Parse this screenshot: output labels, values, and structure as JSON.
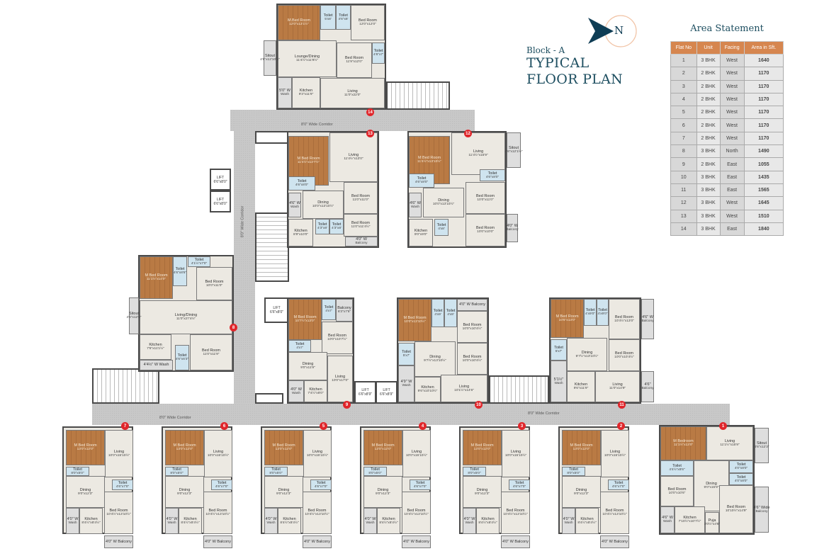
{
  "header": {
    "block": "Block - A",
    "title_line1": "TYPICAL",
    "title_line2": "FLOOR PLAN",
    "compass": "N"
  },
  "colors": {
    "title": "#1d4e60",
    "table_header": "#d6864f",
    "marker": "#e0262b",
    "wood": "#b97a44"
  },
  "area_statement": {
    "title": "Area Statement",
    "columns": [
      "Flat No",
      "Unit",
      "Facing",
      "Area in Sft."
    ],
    "rows": [
      [
        "1",
        "3 BHK",
        "West",
        "1640"
      ],
      [
        "2",
        "2 BHK",
        "West",
        "1170"
      ],
      [
        "3",
        "2 BHK",
        "West",
        "1170"
      ],
      [
        "4",
        "2 BHK",
        "West",
        "1170"
      ],
      [
        "5",
        "2 BHK",
        "West",
        "1170"
      ],
      [
        "6",
        "2 BHK",
        "West",
        "1170"
      ],
      [
        "7",
        "2 BHK",
        "West",
        "1170"
      ],
      [
        "8",
        "3 BHK",
        "North",
        "1490"
      ],
      [
        "9",
        "2 BHK",
        "East",
        "1055"
      ],
      [
        "10",
        "3 BHK",
        "East",
        "1435"
      ],
      [
        "11",
        "3 BHK",
        "East",
        "1565"
      ],
      [
        "12",
        "3 BHK",
        "West",
        "1645"
      ],
      [
        "13",
        "3 BHK",
        "West",
        "1510"
      ],
      [
        "14",
        "3 BHK",
        "East",
        "1840"
      ]
    ]
  },
  "corridors": {
    "top": "8'0\" Wide Corridor",
    "vertical": "8'0\" Wide Corridor",
    "bottom_left": "8'0\" Wide Corridor",
    "bottom_right": "8'0\" Wide Corridor"
  },
  "lifts": [
    {
      "label": "LIFT",
      "dim": "6'6\"x8'0\""
    },
    {
      "label": "LIFT",
      "dim": "6'6\"x8'0\""
    },
    {
      "label": "LIFT",
      "dim": "6'6\"x8'0\""
    },
    {
      "label": "LIFT",
      "dim": "6'6\"x8'9\""
    },
    {
      "label": "LIFT",
      "dim": "6'6\"x8'9\""
    }
  ],
  "typical_2bhk": {
    "rooms": [
      {
        "label": "M Bed Room",
        "dim": "13'0\"x12'0\""
      },
      {
        "label": "Living",
        "dim": "10'0\"x15'10½\""
      },
      {
        "label": "Toilet",
        "dim": "8'0\"x5'0\""
      },
      {
        "label": "Dining",
        "dim": "9'0\"x12'3\""
      },
      {
        "label": "Toilet",
        "dim": "4'6\"x7'0\""
      },
      {
        "label": "Bed Room",
        "dim": "10'4½\"x13'10½\""
      },
      {
        "label": "Kitchen",
        "dim": "8'4½\"x8'4½\""
      },
      {
        "label": "4'0\" W",
        "dim": "Wash"
      },
      {
        "label": "4'0\" W Balcony",
        "dim": ""
      }
    ]
  },
  "flats": {
    "1": {
      "rooms": [
        {
          "label": "M Bedroom",
          "dim": "11'1½\"x13'0\""
        },
        {
          "label": "Living",
          "dim": "11'1½\"x15'9\""
        },
        {
          "label": "Sitout",
          "dim": "4'6\"x12'3\""
        },
        {
          "label": "Toilet",
          "dim": "4'4½\"x8'6\""
        },
        {
          "label": "Dining",
          "dim": "9'0\"x15'9\""
        },
        {
          "label": "Toilet",
          "dim": "4'0\"x8'0\""
        },
        {
          "label": "Toilet",
          "dim": "4'0\"x8'0\""
        },
        {
          "label": "Bed Room",
          "dim": "10'0\"x10'6\""
        },
        {
          "label": "Bed Room",
          "dim": "10'10½\"x14'9\""
        },
        {
          "label": "4'6\" Wide",
          "dim": "Balcony"
        },
        {
          "label": "4'6\" W",
          "dim": "Wash"
        },
        {
          "label": "Kitchen",
          "dim": "7'10½\"x10'7½\""
        },
        {
          "label": "Puja",
          "dim": "3'0½\"x4'6\""
        }
      ]
    },
    "8": {
      "rooms": [
        {
          "label": "M Bed Room",
          "dim": "11'1½\"x14'0\""
        },
        {
          "label": "Toilet",
          "dim": "4'6\"x8'6\""
        },
        {
          "label": "Toilet",
          "dim": "4'1½\"x7'0\""
        },
        {
          "label": "Bed Room",
          "dim": "10'0\"x11'0\""
        },
        {
          "label": "Living/Dining",
          "dim": "11'0\"x27'4½\""
        },
        {
          "label": "Kitchen",
          "dim": "7'6\"x11'1½\""
        },
        {
          "label": "Toilet",
          "dim": "4'6\"x6'3\""
        },
        {
          "label": "Bed Room",
          "dim": "11'0\"x11'9\""
        },
        {
          "label": "4'4½\" W Wash",
          "dim": ""
        },
        {
          "label": "Sitout",
          "dim": "4'6\"x12'6\""
        }
      ]
    },
    "9": {
      "rooms": [
        {
          "label": "M Bed Room",
          "dim": "10'7½\"x13'0\""
        },
        {
          "label": "Toilet",
          "dim": "4'x7'"
        },
        {
          "label": "Balcony",
          "dim": "6'3\"x7'6\""
        },
        {
          "label": "Bed Room",
          "dim": "10'0\"x10'7½\""
        },
        {
          "label": "Toilet",
          "dim": "4'x7'"
        },
        {
          "label": "Dining",
          "dim": "9'0\"x11'9\""
        },
        {
          "label": "Living",
          "dim": "10'0\"x17'0\""
        },
        {
          "label": "Kitchen",
          "dim": "7'4½\"x8'0\""
        },
        {
          "label": "4'0\" W",
          "dim": "Wash"
        }
      ]
    },
    "10": {
      "rooms": [
        {
          "label": "M Bed Room",
          "dim": "10'0\"x13'10½\""
        },
        {
          "label": "Toilet",
          "dim": "4'x9'"
        },
        {
          "label": "Toilet",
          "dim": "4'x9'"
        },
        {
          "label": "4'0\" W Balcony",
          "dim": ""
        },
        {
          "label": "Bed Room",
          "dim": "10'0\"x10'4½\""
        },
        {
          "label": "Toilet",
          "dim": "5'x7'"
        },
        {
          "label": "Dining",
          "dim": "9'7½\"x13'10½\""
        },
        {
          "label": "Bed Room",
          "dim": "10'0\"x10'4½\""
        },
        {
          "label": "4'9\" W",
          "dim": "Wash"
        },
        {
          "label": "Kitchen",
          "dim": "9'6\"x10'10½\""
        },
        {
          "label": "Living",
          "dim": "10'1½\"x14'6\""
        }
      ]
    },
    "11": {
      "rooms": [
        {
          "label": "M Bed Room",
          "dim": "10'6\"x13'0\""
        },
        {
          "label": "Toilet",
          "dim": "4'x9'0\""
        },
        {
          "label": "Toilet",
          "dim": "4'x9'0\""
        },
        {
          "label": "Bed Room",
          "dim": "10'4½\"x13'0\""
        },
        {
          "label": "4'6\" W",
          "dim": "Balcony"
        },
        {
          "label": "Toilet",
          "dim": "5'x7'"
        },
        {
          "label": "Dining",
          "dim": "9'7½\"x13'10½\""
        },
        {
          "label": "Bed Room",
          "dim": "10'0\"x10'4½\""
        },
        {
          "label": "5'1½\"",
          "dim": "Wash"
        },
        {
          "label": "Kitchen",
          "dim": "9'6\"x11'9\""
        },
        {
          "label": "Living",
          "dim": "11'0\"x14'9\""
        },
        {
          "label": "4'6\"",
          "dim": "Balcony"
        }
      ]
    },
    "12": {
      "rooms": [
        {
          "label": "M Bed Room",
          "dim": "11'4½\"x13'10½\""
        },
        {
          "label": "Living",
          "dim": "11'4½\"x15'9\""
        },
        {
          "label": "Sitout",
          "dim": "4'6\"x12'1½\""
        },
        {
          "label": "Toilet",
          "dim": "4'6\"x8'0\""
        },
        {
          "label": "Toilet",
          "dim": "4'6\"x8'0\""
        },
        {
          "label": "Dining",
          "dim": "10'0\"x13'10½\""
        },
        {
          "label": "Bed Room",
          "dim": "10'0\"x11'0\""
        },
        {
          "label": "Kitchen",
          "dim": "9'0\"x9'0\""
        },
        {
          "label": "Toilet",
          "dim": "4'x8'"
        },
        {
          "label": "Bed Room",
          "dim": "10'0\"x10'0\""
        },
        {
          "label": "4'6\" W",
          "dim": "Wash"
        },
        {
          "label": "4'0\" W",
          "dim": "Balcony"
        }
      ]
    },
    "13": {
      "rooms": [
        {
          "label": "M Bed Room",
          "dim": "11'4½\"x13'7½\""
        },
        {
          "label": "Living",
          "dim": "11'4½\"x13'0\""
        },
        {
          "label": "Toilet",
          "dim": "4'6\"x8'0\""
        },
        {
          "label": "Dining",
          "dim": "10'0\"x13'10½\""
        },
        {
          "label": "Bed Room",
          "dim": "11'0\"x11'0\""
        },
        {
          "label": "Bed Room",
          "dim": "11'0\"x11'4½\""
        },
        {
          "label": "Kitchen",
          "dim": "8'9\"x10'0\""
        },
        {
          "label": "4'6\" W",
          "dim": "Wash"
        },
        {
          "label": "Toilet",
          "dim": "4'3\"x8'"
        },
        {
          "label": "Toilet",
          "dim": "4'3\"x8'"
        },
        {
          "label": "4'0\" W",
          "dim": "Balcony"
        }
      ]
    },
    "14": {
      "rooms": [
        {
          "label": "M.Bed Room",
          "dim": "12'0\"x13'1½\""
        },
        {
          "label": "Toilet",
          "dim": "5'x8'"
        },
        {
          "label": "Toilet",
          "dim": "4'6\"x8'"
        },
        {
          "label": "Bed Room",
          "dim": "12'0\"x12'0\""
        },
        {
          "label": "Lounge/Dining",
          "dim": "11'4½\"x11'9½\""
        },
        {
          "label": "Bed Room",
          "dim": "11'9\"x12'0\""
        },
        {
          "label": "Toilet",
          "dim": "4'6\"x7'"
        },
        {
          "label": "Kitchen",
          "dim": "9'3\"x11'9\""
        },
        {
          "label": "5'0\" W",
          "dim": "Wash"
        },
        {
          "label": "Living",
          "dim": "11'0\"x22'0\""
        },
        {
          "label": "Sitout",
          "dim": "4'6\"x12'10½\""
        }
      ]
    }
  }
}
